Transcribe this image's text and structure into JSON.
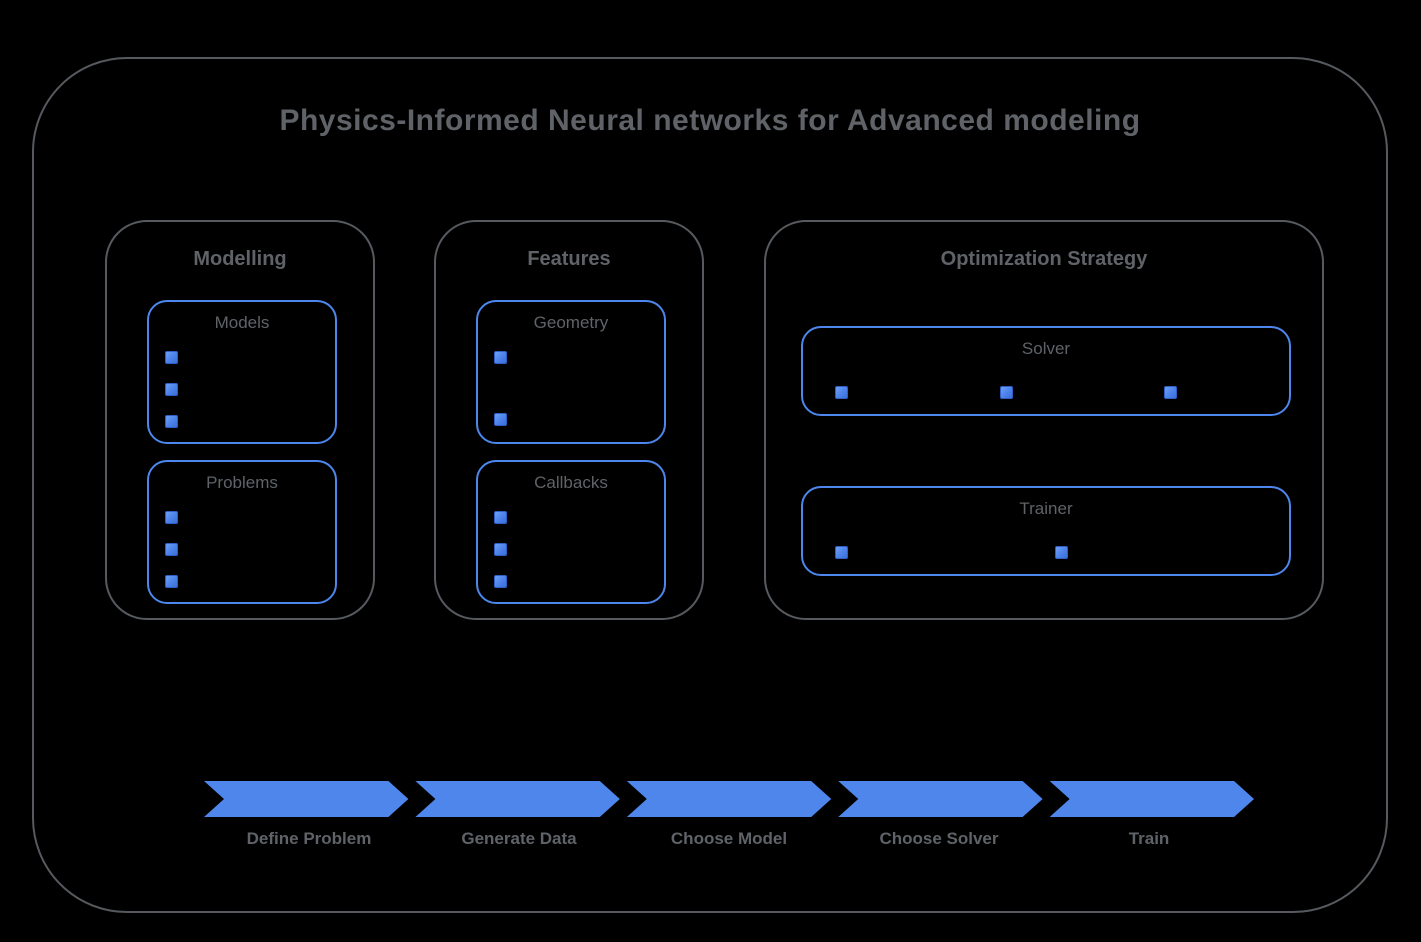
{
  "title": "Physics-Informed Neural networks for Advanced modeling",
  "colors": {
    "background": "#000000",
    "frame_border": "#565a5e",
    "accent_blue": "#4d86ec",
    "text_gray": "#5f6368"
  },
  "sections": {
    "modelling": {
      "label": "Modelling",
      "boxes": [
        {
          "label": "Models",
          "bullets": 3
        },
        {
          "label": "Problems",
          "bullets": 3
        }
      ]
    },
    "features": {
      "label": "Features",
      "boxes": [
        {
          "label": "Geometry",
          "bullets": 2
        },
        {
          "label": "Callbacks",
          "bullets": 3
        }
      ]
    },
    "optimization": {
      "label": "Optimization Strategy",
      "boxes": [
        {
          "label": "Solver",
          "bullets": 3
        },
        {
          "label": "Trainer",
          "bullets": 2
        }
      ]
    }
  },
  "flow": {
    "steps": [
      {
        "label": "Define Problem"
      },
      {
        "label": "Generate Data"
      },
      {
        "label": "Choose Model"
      },
      {
        "label": "Choose Solver"
      },
      {
        "label": "Train"
      }
    ]
  }
}
